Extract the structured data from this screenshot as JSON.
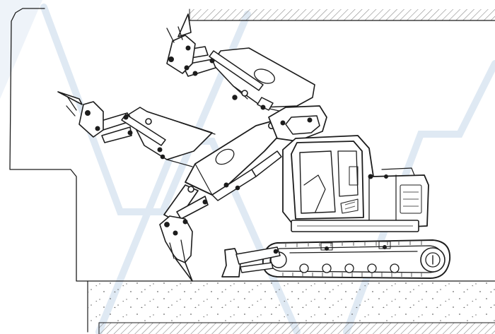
{
  "diagram": {
    "colors": {
      "ink": "#1c1c1c",
      "hatch": "#8a8a8a",
      "watermark": "#dfe9f3",
      "background": "#ffffff"
    },
    "arm_positions": [
      "upper-reach",
      "middle-reach",
      "lower-reach"
    ]
  }
}
